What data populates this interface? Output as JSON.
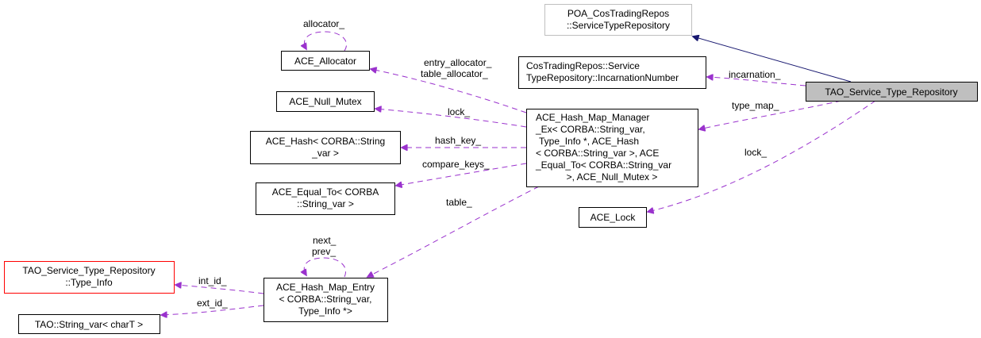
{
  "diagram": {
    "type": "doxygen-collaboration-graph",
    "focus_node": "TAO_Service_Type_Repository",
    "colors": {
      "dashed_edge": "#9a32cd",
      "inheritance_edge": "#191970",
      "focus_fill": "#bfbfbf",
      "external_border": "#bfbfbf",
      "missing_border": "#ff0000"
    },
    "nodes": {
      "poa": {
        "lines": [
          "POA_CosTradingRepos",
          "::ServiceTypeRepository"
        ]
      },
      "incarnation_number": {
        "lines": [
          "CosTradingRepos::Service",
          "TypeRepository::IncarnationNumber"
        ]
      },
      "tao_repo": {
        "lines": [
          "TAO_Service_Type_Repository"
        ]
      },
      "allocator": {
        "lines": [
          "ACE_Allocator"
        ]
      },
      "null_mutex": {
        "lines": [
          "ACE_Null_Mutex"
        ]
      },
      "hash": {
        "lines": [
          "ACE_Hash< CORBA::String",
          "_var >"
        ]
      },
      "equal_to": {
        "lines": [
          "ACE_Equal_To< CORBA",
          "::String_var >"
        ]
      },
      "hash_map_manager": {
        "lines": [
          "ACE_Hash_Map_Manager",
          "_Ex< CORBA::String_var,",
          "Type_Info *, ACE_Hash",
          "< CORBA::String_var >, ACE",
          "_Equal_To< CORBA::String_var",
          ">, ACE_Null_Mutex >"
        ]
      },
      "lock": {
        "lines": [
          "ACE_Lock"
        ]
      },
      "type_info": {
        "lines": [
          "TAO_Service_Type_Repository",
          "::Type_Info"
        ]
      },
      "string_var": {
        "lines": [
          "TAO::String_var< charT >"
        ]
      },
      "hash_map_entry": {
        "lines": [
          "ACE_Hash_Map_Entry",
          "< CORBA::String_var,",
          "Type_Info *>"
        ]
      }
    },
    "edge_labels": {
      "allocator_self": "allocator_",
      "entry_allocator": "entry_allocator_",
      "table_allocator": "table_allocator_",
      "lock_mutex": "lock_",
      "hash_key": "hash_key_",
      "compare_keys": "compare_keys_",
      "table": "table_",
      "incarnation": "incarnation_",
      "type_map": "type_map_",
      "lock_repo": "lock_",
      "next": "next_",
      "prev": "prev_",
      "int_id": "int_id_",
      "ext_id": "ext_id_"
    }
  }
}
